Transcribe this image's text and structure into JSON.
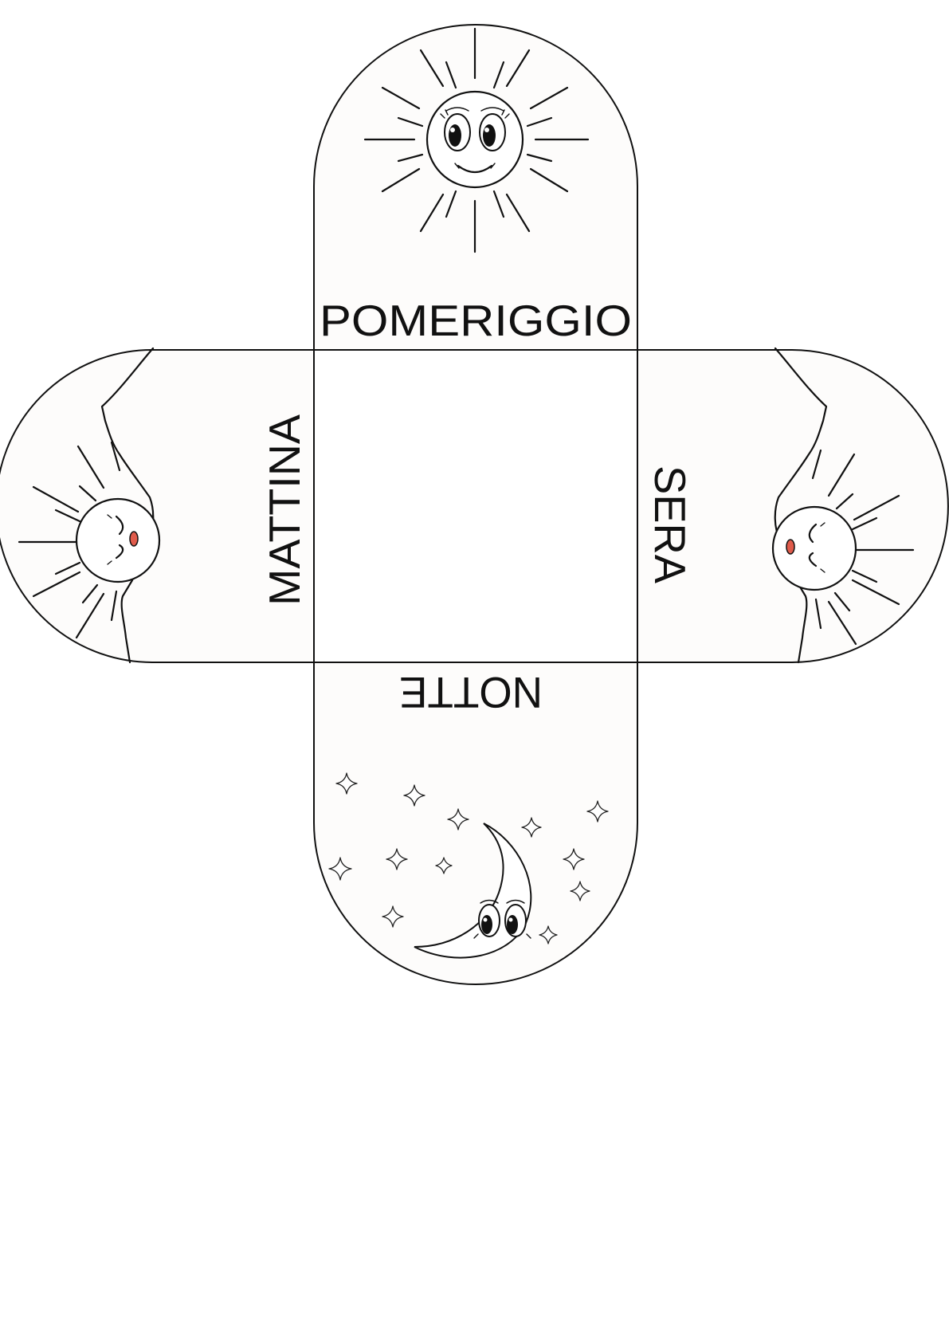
{
  "labels": {
    "top": "POMERIGGIO",
    "left": "MATTINA",
    "right": "SERA",
    "bottom": "NOTTE"
  },
  "colors": {
    "outline": "#111111",
    "paper": "#fdfcfb",
    "cheek": "#e05b4b"
  },
  "icons": {
    "top": "smiling-sun-icon",
    "left": "sleepy-sun-over-hills-icon",
    "right": "sleepy-sun-over-hills-icon",
    "bottom": "crescent-moon-with-stars-icon"
  }
}
